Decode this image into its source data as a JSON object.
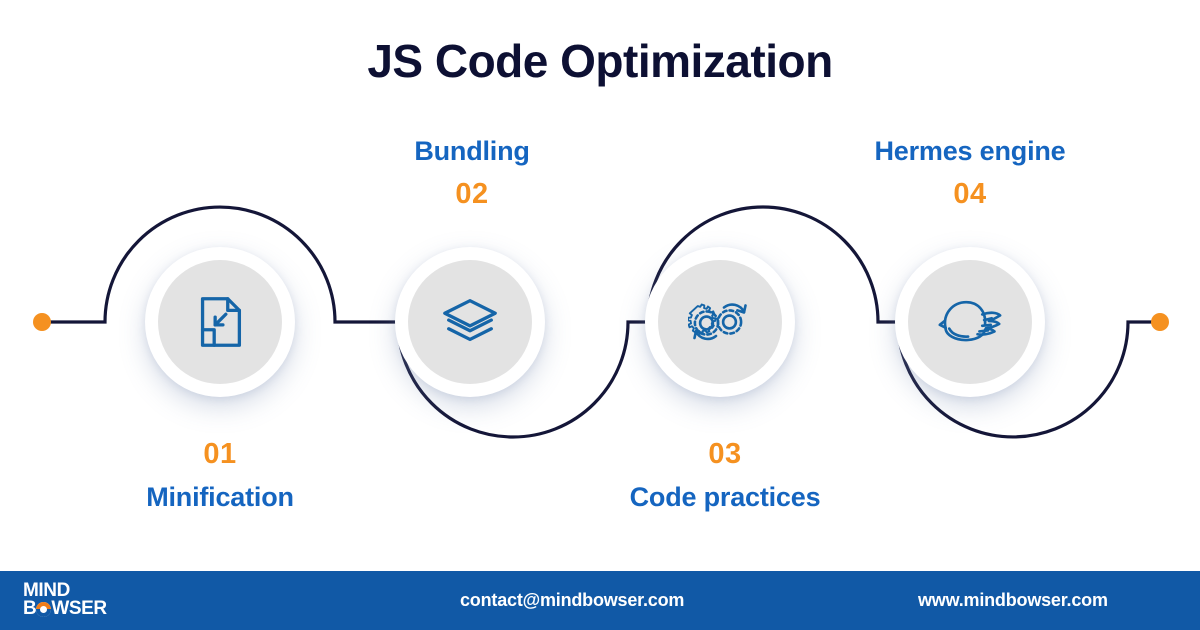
{
  "page": {
    "title": "JS Code Optimization",
    "background_color": "#ffffff"
  },
  "colors": {
    "title_navy": "#0d1033",
    "label_blue": "#1565c0",
    "number_orange": "#f59120",
    "icon_blue": "#1565a8",
    "line_navy": "#141638",
    "circle_fill": "#e3e3e3",
    "footer_blue": "#1159a6",
    "dot_orange": "#f59120"
  },
  "flow": {
    "start_dot": "orange-dot",
    "end_dot": "orange-dot",
    "steps": [
      {
        "number": "01",
        "name": "Minification",
        "icon": "file-compress-icon",
        "label_position": "bottom",
        "arc": "over"
      },
      {
        "number": "02",
        "name": "Bundling",
        "icon": "layers-stack-icon",
        "label_position": "top",
        "arc": "under"
      },
      {
        "number": "03",
        "name": "Code practices",
        "icon": "gears-refresh-icon",
        "label_position": "bottom",
        "arc": "over"
      },
      {
        "number": "04",
        "name": "Hermes engine",
        "icon": "winged-helmet-icon",
        "label_position": "top",
        "arc": "under"
      }
    ]
  },
  "footer": {
    "logo_line1": "MIND",
    "logo_line2_before": "B",
    "logo_line2_after": "WSER",
    "email": "contact@mindbowser.com",
    "website": "www.mindbowser.com"
  }
}
